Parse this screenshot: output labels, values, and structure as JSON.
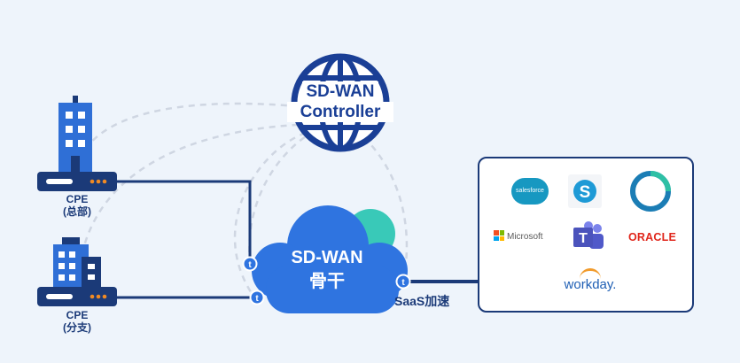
{
  "diagram": {
    "controller": {
      "line1": "SD-WAN",
      "line2": "Controller"
    },
    "backbone": {
      "line1": "SD-WAN",
      "line2": "骨干",
      "node_glyph": "t"
    },
    "cpe_hq": {
      "line1": "CPE",
      "line2": "(总部)"
    },
    "cpe_branch": {
      "line1": "CPE",
      "line2": "(分支)"
    },
    "saas_label": "SaaS加速",
    "saas_apps": {
      "salesforce": "salesforce",
      "skype": "skype-icon",
      "webex": "webex-icon",
      "microsoft": "Microsoft",
      "teams": "teams-icon",
      "oracle": "ORACLE",
      "workday": "workday."
    },
    "colors": {
      "navy": "#1b3a78",
      "controller_blue": "#1a3f96",
      "cloud_blue": "#2f74e0",
      "teal_cloud": "#39c9b8",
      "dashed_line": "#cfd6e2",
      "background": "#eef4fb"
    }
  }
}
